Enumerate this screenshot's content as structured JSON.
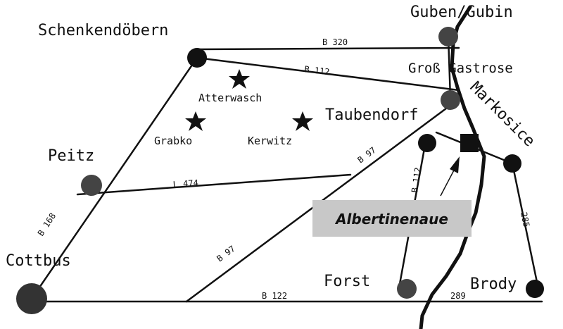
{
  "towns": {
    "guben": "Guben/Gubin",
    "schenkendoebern": "Schenkendöbern",
    "gross_gastrose": "Groß Gastrose",
    "markosice": "Markosice",
    "taubendorf": "Taubendorf",
    "peitz": "Peitz",
    "cottbus": "Cottbus",
    "forst": "Forst",
    "brody": "Brody"
  },
  "sites": {
    "atterwasch": "Atterwasch",
    "grabko": "Grabko",
    "kerwitz": "Kerwitz"
  },
  "highlight": {
    "label": "Albertinenaue"
  },
  "roads": {
    "b320": "B 320",
    "b112_top": "B 112",
    "b112_east": "B 112",
    "b97_upper": "B 97",
    "b97_lower": "B 97",
    "l474": "L 474",
    "b168": "B 168",
    "b122": "B 122",
    "r289": "289",
    "r285": "285"
  },
  "colors": {
    "line": "#111111",
    "node_dark": "#111111",
    "node_gray": "#444444",
    "highlight_box": "#c8c8c8"
  }
}
